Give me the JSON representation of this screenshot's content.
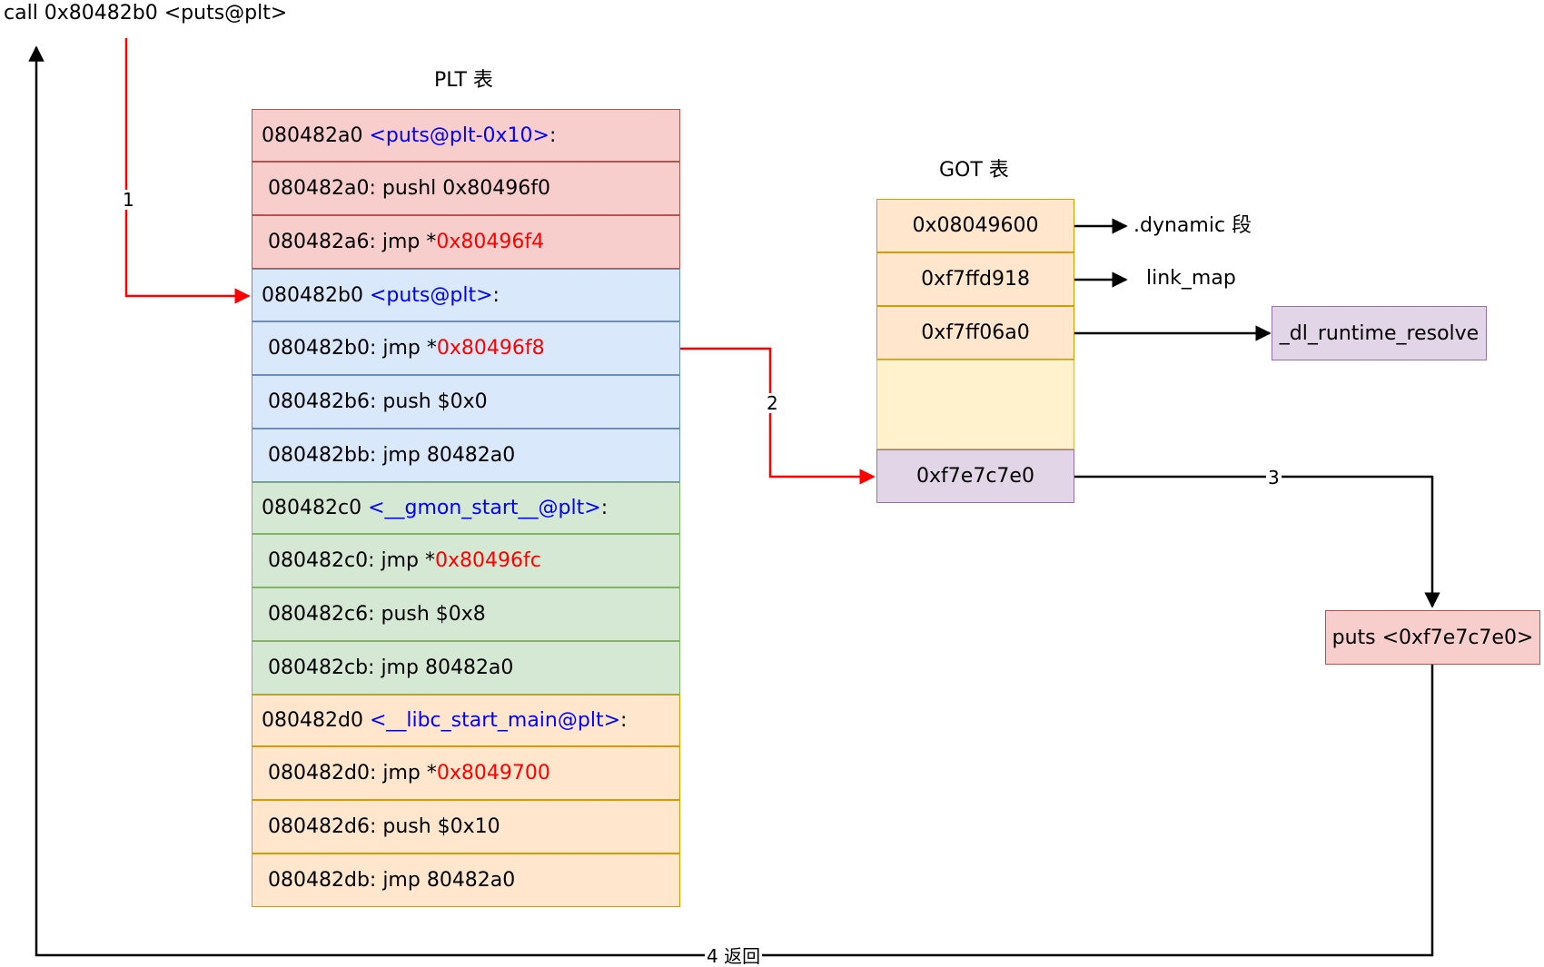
{
  "call_label": "call 0x80482b0 <puts@plt>",
  "plt_title": "PLT 表",
  "got_title": "GOT 表",
  "plt_rows": [
    {
      "prefix": "080482a0 ",
      "sym": "<puts@plt-0x10>",
      "suffix": ":",
      "addr": ""
    },
    {
      "prefix": "080482a0: pushl 0x80496f0",
      "sym": "",
      "suffix": "",
      "addr": ""
    },
    {
      "prefix": "080482a6: jmp *",
      "sym": "",
      "suffix": "",
      "addr": "0x80496f4"
    },
    {
      "prefix": "080482b0 ",
      "sym": "<puts@plt>",
      "suffix": ":",
      "addr": ""
    },
    {
      "prefix": "080482b0: jmp *",
      "sym": "",
      "suffix": "",
      "addr": "0x80496f8"
    },
    {
      "prefix": "080482b6: push $0x0",
      "sym": "",
      "suffix": "",
      "addr": ""
    },
    {
      "prefix": "080482bb: jmp 80482a0",
      "sym": "",
      "suffix": "",
      "addr": ""
    },
    {
      "prefix": "080482c0 ",
      "sym": "<__gmon_start__@plt>",
      "suffix": ":",
      "addr": ""
    },
    {
      "prefix": "080482c0: jmp *",
      "sym": "",
      "suffix": "",
      "addr": "0x80496fc"
    },
    {
      "prefix": "080482c6: push $0x8",
      "sym": "",
      "suffix": "",
      "addr": ""
    },
    {
      "prefix": "080482cb: jmp 80482a0",
      "sym": "",
      "suffix": "",
      "addr": ""
    },
    {
      "prefix": "080482d0 ",
      "sym": "<__libc_start_main@plt>",
      "suffix": ":",
      "addr": ""
    },
    {
      "prefix": "080482d0: jmp *",
      "sym": "",
      "suffix": "",
      "addr": "0x8049700"
    },
    {
      "prefix": "080482d6: push $0x10",
      "sym": "",
      "suffix": "",
      "addr": ""
    },
    {
      "prefix": "080482db: jmp 80482a0",
      "sym": "",
      "suffix": "",
      "addr": ""
    }
  ],
  "got_rows": [
    "0x08049600",
    "0xf7ffd918",
    "0xf7ff06a0",
    "",
    "0xf7e7c7e0"
  ],
  "got_targets": {
    "dynamic": ".dynamic 段",
    "link_map": "link_map",
    "resolver": "_dl_runtime_resolve"
  },
  "puts_box": "puts <0xf7e7c7e0>",
  "edge_labels": {
    "e1": "1",
    "e2": "2",
    "e3": "3",
    "e4": "4 返回"
  },
  "colors": {
    "symbol": "#0000ff",
    "address": "#ff0000",
    "arrow_red": "#ff0000",
    "arrow_black": "#000000"
  }
}
